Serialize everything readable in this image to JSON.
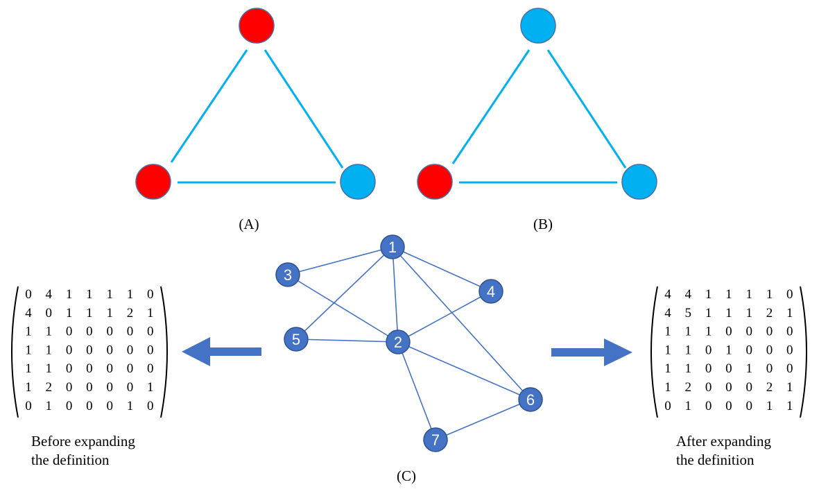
{
  "colors": {
    "red_node": "#ff0000",
    "cyan_node": "#00b0f0",
    "node_stroke": "#4a6fa5",
    "triangle_edge": "#00b0f0",
    "graph_node": "#4472c4",
    "graph_node_stroke": "#2f528f",
    "graph_edge": "#4472c4",
    "arrow": "#4472c4",
    "text": "#000000"
  },
  "panel_a": {
    "label": "(A)",
    "nodes": [
      {
        "id": "top",
        "color": "red"
      },
      {
        "id": "bottom-left",
        "color": "red"
      },
      {
        "id": "bottom-right",
        "color": "cyan"
      }
    ]
  },
  "panel_b": {
    "label": "(B)",
    "nodes": [
      {
        "id": "top",
        "color": "cyan"
      },
      {
        "id": "bottom-left",
        "color": "red"
      },
      {
        "id": "bottom-right",
        "color": "cyan"
      }
    ]
  },
  "panel_c": {
    "label": "(C)",
    "nodes": [
      "1",
      "2",
      "3",
      "4",
      "5",
      "6",
      "7"
    ],
    "edges": [
      [
        "1",
        "3"
      ],
      [
        "1",
        "2"
      ],
      [
        "1",
        "4"
      ],
      [
        "1",
        "5"
      ],
      [
        "1",
        "6"
      ],
      [
        "3",
        "2"
      ],
      [
        "4",
        "2"
      ],
      [
        "5",
        "2"
      ],
      [
        "2",
        "6"
      ],
      [
        "2",
        "7"
      ],
      [
        "7",
        "6"
      ]
    ]
  },
  "before": {
    "caption_line1": "Before expanding",
    "caption_line2": "the definition",
    "matrix": [
      [
        "0",
        "4",
        "1",
        "1",
        "1",
        "1",
        "0"
      ],
      [
        "4",
        "0",
        "1",
        "1",
        "1",
        "2",
        "1"
      ],
      [
        "1",
        "1",
        "0",
        "0",
        "0",
        "0",
        "0"
      ],
      [
        "1",
        "1",
        "0",
        "0",
        "0",
        "0",
        "0"
      ],
      [
        "1",
        "1",
        "0",
        "0",
        "0",
        "0",
        "0"
      ],
      [
        "1",
        "2",
        "0",
        "0",
        "0",
        "0",
        "1"
      ],
      [
        "0",
        "1",
        "0",
        "0",
        "0",
        "1",
        "0"
      ]
    ]
  },
  "after": {
    "caption_line1": "After expanding",
    "caption_line2": "the definition",
    "matrix": [
      [
        "4",
        "4",
        "1",
        "1",
        "1",
        "1",
        "0"
      ],
      [
        "4",
        "5",
        "1",
        "1",
        "1",
        "2",
        "1"
      ],
      [
        "1",
        "1",
        "1",
        "0",
        "0",
        "0",
        "0"
      ],
      [
        "1",
        "1",
        "0",
        "1",
        "0",
        "0",
        "0"
      ],
      [
        "1",
        "1",
        "0",
        "0",
        "1",
        "0",
        "0"
      ],
      [
        "1",
        "2",
        "0",
        "0",
        "0",
        "2",
        "1"
      ],
      [
        "0",
        "1",
        "0",
        "0",
        "0",
        "1",
        "1"
      ]
    ]
  }
}
